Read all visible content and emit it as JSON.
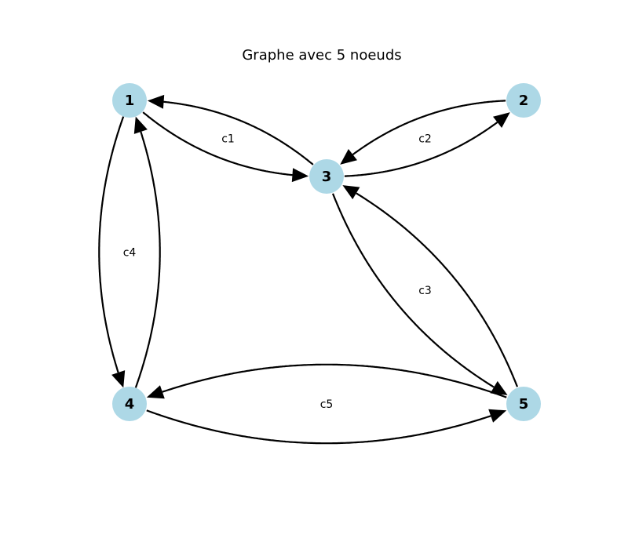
{
  "title": "Graphe avec 5 noeuds",
  "colors": {
    "node_fill": "#add8e6",
    "edge": "#000000",
    "text": "#000000",
    "background": "#ffffff"
  },
  "nodes": [
    {
      "id": "1",
      "label": "1"
    },
    {
      "id": "2",
      "label": "2"
    },
    {
      "id": "3",
      "label": "3"
    },
    {
      "id": "4",
      "label": "4"
    },
    {
      "id": "5",
      "label": "5"
    }
  ],
  "edges": [
    {
      "from": "1",
      "to": "3"
    },
    {
      "from": "3",
      "to": "1"
    },
    {
      "from": "3",
      "to": "2"
    },
    {
      "from": "2",
      "to": "3"
    },
    {
      "from": "3",
      "to": "5"
    },
    {
      "from": "5",
      "to": "3"
    },
    {
      "from": "1",
      "to": "4"
    },
    {
      "from": "4",
      "to": "1"
    },
    {
      "from": "4",
      "to": "5"
    },
    {
      "from": "5",
      "to": "4"
    }
  ],
  "edge_labels": [
    {
      "between": [
        "1",
        "3"
      ],
      "text": "c1"
    },
    {
      "between": [
        "2",
        "3"
      ],
      "text": "c2"
    },
    {
      "between": [
        "3",
        "5"
      ],
      "text": "c3"
    },
    {
      "between": [
        "1",
        "4"
      ],
      "text": "c4"
    },
    {
      "between": [
        "4",
        "5"
      ],
      "text": "c5"
    }
  ]
}
